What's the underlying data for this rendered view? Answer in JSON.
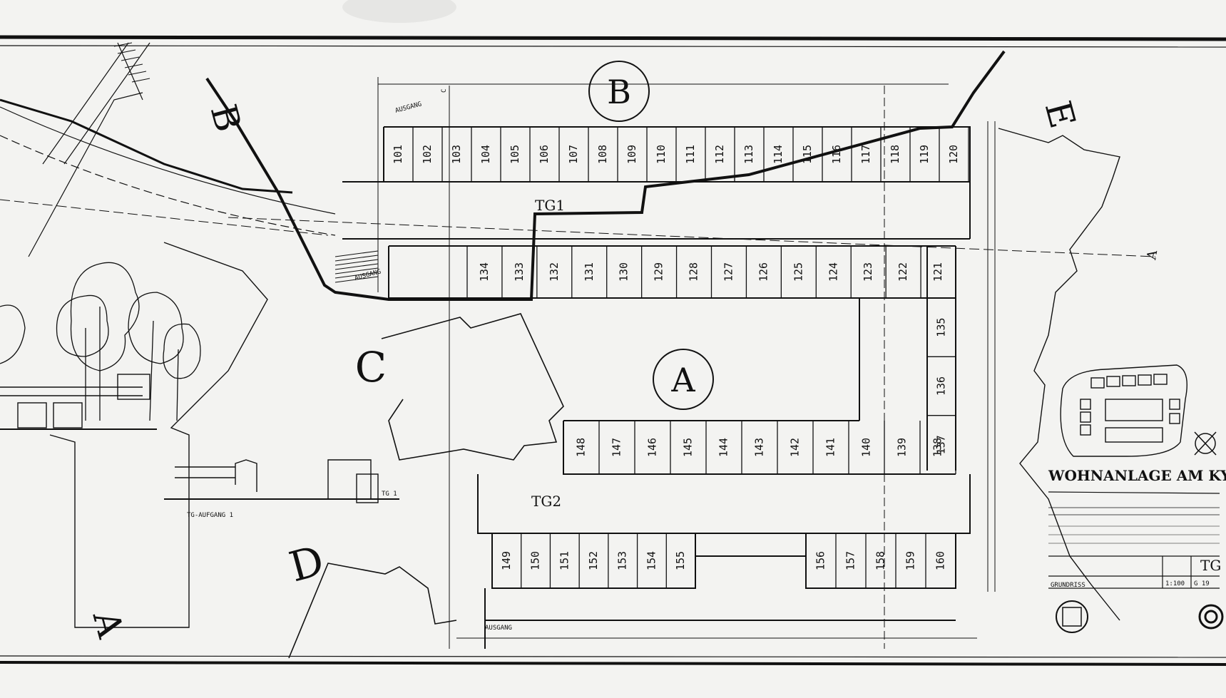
{
  "title_block": {
    "project": "WOHNANLAGE AM KYBERG",
    "drawing": "GRUNDRISS",
    "sheet_code": "TG",
    "scale": "1:100",
    "sheet_number": "G 19"
  },
  "buildings": {
    "a": "A",
    "b": "B",
    "c": "C",
    "d": "D",
    "e": "E",
    "a_left": "A"
  },
  "labels": {
    "tg1": "TG1",
    "tg2": "TG2",
    "tg_aufgang_1": "TG-AUFGANG 1",
    "ausgang_top": "AUSGANG",
    "ausgang_stair": "AUSGANG",
    "tg_right": "TG 1",
    "arrow_a": "A",
    "section_c": "C",
    "ausgang_bottom": "AUSGANG"
  },
  "bays": {
    "row_top": [
      "101",
      "102",
      "103",
      "104",
      "105",
      "106",
      "107",
      "108",
      "109",
      "110",
      "111",
      "112",
      "113",
      "114",
      "115",
      "116",
      "117",
      "118",
      "119",
      "120"
    ],
    "row_mid": [
      "134",
      "133",
      "132",
      "131",
      "130",
      "129",
      "128",
      "127",
      "126",
      "125",
      "124",
      "123",
      "122",
      "121"
    ],
    "col_right": [
      "135",
      "136",
      "137"
    ],
    "row_lower": [
      "148",
      "147",
      "146",
      "145",
      "144",
      "143",
      "142",
      "141",
      "140",
      "139",
      "138"
    ],
    "row_bottom_left": [
      "149",
      "150",
      "151",
      "152",
      "153",
      "154",
      "155"
    ],
    "row_bottom_right": [
      "156",
      "157",
      "158",
      "159",
      "160"
    ]
  }
}
